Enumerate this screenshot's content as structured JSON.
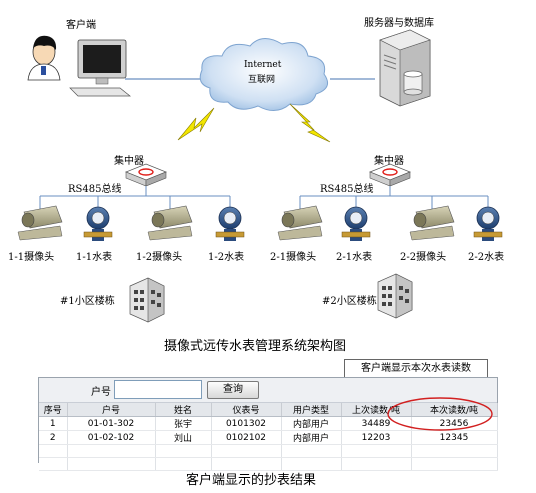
{
  "client": {
    "label": "客户端"
  },
  "server": {
    "label": "服务器与数据库"
  },
  "cloud": {
    "line1": "Internet",
    "line2": "互联网"
  },
  "left_concentrator": {
    "label": "集中器",
    "bus": "RS485总线"
  },
  "right_concentrator": {
    "label": "集中器",
    "bus": "RS485总线"
  },
  "left_devices": [
    "1-1摄像头",
    "1-1水表",
    "1-2摄像头",
    "1-2水表"
  ],
  "right_devices": [
    "2-1摄像头",
    "2-1水表",
    "2-2摄像头",
    "2-2水表"
  ],
  "left_building": {
    "label": "#1小区楼栋"
  },
  "right_building": {
    "label": "#2小区楼栋"
  },
  "top_caption": "摄像式远传水表管理系统架构图",
  "callout": "客户端显示本次水表读数",
  "search": {
    "label": "户号",
    "value": "",
    "button": "查询"
  },
  "table": {
    "headers": [
      "序号",
      "户号",
      "姓名",
      "仪表号",
      "用户类型",
      "上次读数/吨",
      "本次读数/吨"
    ],
    "rows": [
      [
        "1",
        "01-01-302",
        "张宇",
        "0101302",
        "内部用户",
        "34489",
        "23456"
      ],
      [
        "2",
        "01-02-102",
        "刘山",
        "0102102",
        "内部用户",
        "12203",
        "12345"
      ]
    ]
  },
  "bottom_caption": "客户端显示的抄表结果",
  "colors": {
    "cloud": "#c9dcf0",
    "lightning": "#f2e600",
    "concentrator_ring": "#e0201b",
    "callout_ellipse": "#d22020"
  }
}
